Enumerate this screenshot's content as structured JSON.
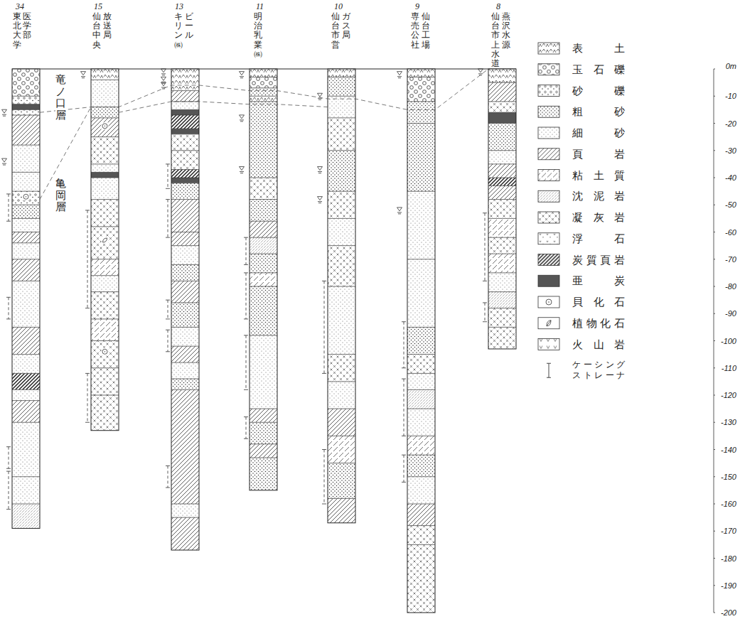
{
  "diagram": {
    "labels": [
      "34",
      "東北大学",
      "医学部",
      "15",
      "仙台中央",
      "放送局",
      "13",
      "キリン㈱",
      "ビール",
      "11",
      "明治乳業㈱",
      "10",
      "仙台市営",
      "ガス局",
      "9",
      "専売公社",
      "仙台工場",
      "8",
      "仙台市上水道",
      "燕沢水源",
      "竜ノ口層",
      "亀岡層",
      "0m",
      "-10",
      "-20",
      "-30",
      "-40",
      "-50",
      "-60",
      "-70",
      "-80",
      "-90",
      "-100",
      "-110",
      "-120",
      "-130",
      "-140",
      "-150",
      "-160",
      "-170",
      "-180",
      "-190",
      "-200"
    ],
    "legend": [
      {
        "text": "表土"
      },
      {
        "text": "玉石礫"
      },
      {
        "text": "砂礫"
      },
      {
        "text": "粗砂"
      },
      {
        "text": "細砂"
      },
      {
        "text": "頁岩"
      },
      {
        "text": "粘土質"
      },
      {
        "text": "沈泥岩"
      },
      {
        "text": "凝灰岩"
      },
      {
        "text": "浮石"
      },
      {
        "text": "炭質頁岩"
      },
      {
        "text": "亜炭"
      },
      {
        "text": "貝化石"
      },
      {
        "text": "植物化石"
      },
      {
        "text": "火山岩"
      },
      {
        "text": "ケーシング ストレーナ"
      }
    ]
  }
}
